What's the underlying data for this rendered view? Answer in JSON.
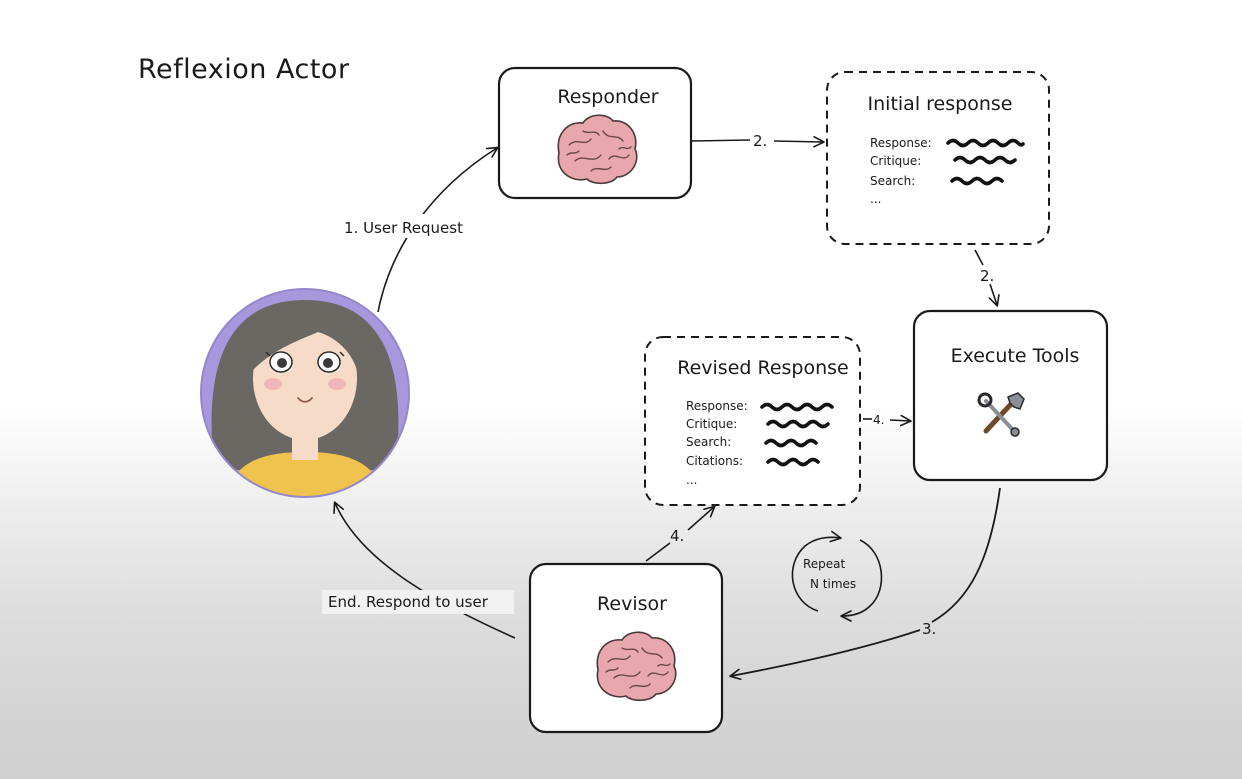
{
  "title": "Reflexion Actor",
  "nodes": {
    "responder": {
      "label": "Responder",
      "icon": "brain-icon"
    },
    "initial_response": {
      "label": "Initial response",
      "fields": [
        "Response:",
        "Critique:",
        "Search:",
        "..."
      ]
    },
    "execute_tools": {
      "label": "Execute Tools",
      "icon": "tools-icon"
    },
    "revised_response": {
      "label": "Revised Response",
      "fields": [
        "Response:",
        "Critique:",
        "Search:",
        "Citations:",
        "..."
      ]
    },
    "revisor": {
      "label": "Revisor",
      "icon": "brain-icon"
    },
    "user": {
      "icon": "user-avatar"
    }
  },
  "edges": {
    "user_request": "1. User Request",
    "to_initial": "2.",
    "to_tools": "2.",
    "to_revisor": "3.",
    "to_revised": "4.",
    "revised_to_tools": "4.",
    "end": "End. Respond to user"
  },
  "loop": {
    "line1": "Repeat",
    "line2": "N times"
  },
  "colors": {
    "ink": "#1a1a1a",
    "brain": "#e8a7ad",
    "avatar_bg": "#a797dd",
    "hair": "#6b6864",
    "skin": "#f6dcc8",
    "shirt": "#f0c24e"
  }
}
